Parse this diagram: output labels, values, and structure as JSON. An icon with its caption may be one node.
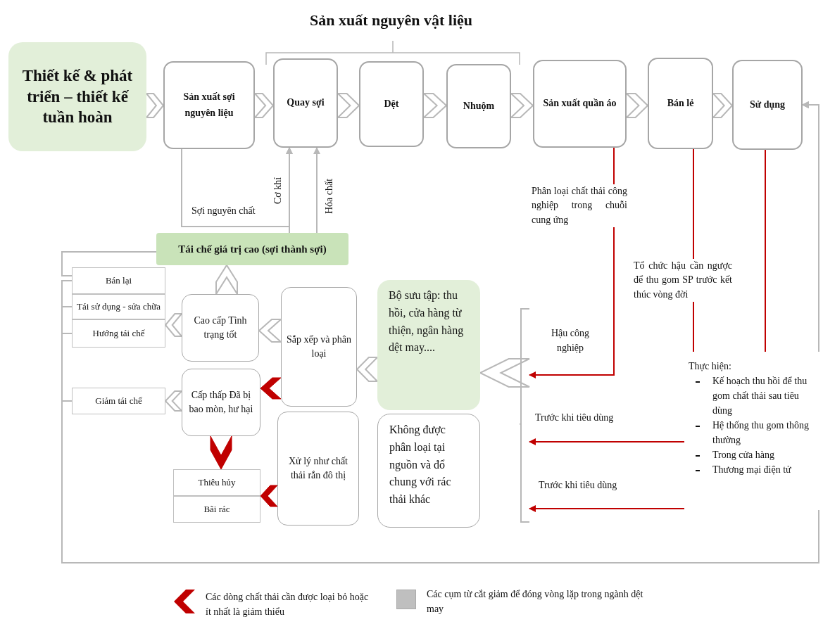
{
  "diagram": {
    "title": "Sản xuất nguyên vật liệu",
    "nodes": [
      {
        "text": [
          "Thiết kế & phát triển – thiết kế tuần hoàn"
        ]
      },
      {
        "text": [
          "Sản xuất sợi nguyên liệu"
        ]
      },
      {
        "text": [
          "Quay sợi"
        ]
      },
      {
        "text": [
          "Dệt"
        ]
      },
      {
        "text": [
          "Nhuộm"
        ]
      },
      {
        "text": [
          "Sản xuất quần áo"
        ]
      },
      {
        "text": [
          "Bán lẻ"
        ]
      },
      {
        "text": [
          "Sử dụng"
        ]
      },
      {
        "text": [
          "Tái chế giá trị cao (sợi thành sợi)"
        ]
      },
      {
        "text": [
          "Bán lại"
        ]
      },
      {
        "text": [
          "Tái sử dụng - sửa chữa"
        ]
      },
      {
        "text": [
          "Hướng tái chế"
        ]
      },
      {
        "text": [
          "Cao cấp Tình trạng tốt"
        ]
      },
      {
        "text": [
          "Sắp xếp và phân loại"
        ]
      },
      {
        "text": [
          "Bộ sưu tập: thu hồi, cửa hàng từ thiện, ngân hàng dệt may...."
        ]
      },
      {
        "text": [
          "Giảm tái chế"
        ]
      },
      {
        "text": [
          "Cấp thấp Đã bị bao mòn, hư hại"
        ]
      },
      {
        "text": [
          "Thiêu hủy"
        ]
      },
      {
        "text": [
          "Bãi rác"
        ]
      },
      {
        "text": [
          "Xử lý như chất thải rắn đô thị"
        ]
      },
      {
        "text": [
          "Không được phân loại tại nguồn và đổ chung với rác thải khác"
        ]
      },
      {
        "text": [
          "Thực hiện:",
          "Kế hoạch thu hồi để thu gom chất thải sau tiêu dùng",
          "Hệ thống thu gom thông thường",
          "Trong cửa hàng",
          "Thương mại điện tử"
        ]
      },
      {
        "text": [],
        "shape": "bracket"
      }
    ],
    "edges": [
      {
        "from": 0,
        "to": 1,
        "arrow": "to"
      },
      {
        "from": 1,
        "to": 2,
        "arrow": "to"
      },
      {
        "from": 2,
        "to": 3,
        "arrow": "to"
      },
      {
        "from": 3,
        "to": 4,
        "arrow": "to"
      },
      {
        "from": 4,
        "to": 5,
        "arrow": "to"
      },
      {
        "from": 5,
        "to": 6,
        "arrow": "to"
      },
      {
        "from": 6,
        "to": 7,
        "arrow": "to"
      },
      {
        "from": 1,
        "to": 2,
        "arrow": "to",
        "label": "Sợi nguyên chất"
      },
      {
        "from": 8,
        "to": 2,
        "arrow": "to",
        "label": "Cơ khí"
      },
      {
        "from": 8,
        "to": 2,
        "arrow": "to",
        "label": "Hóa chất"
      },
      {
        "from": 12,
        "to": 8,
        "arrow": "to"
      },
      {
        "from": 13,
        "to": 12,
        "arrow": "to"
      },
      {
        "from": 14,
        "to": 13,
        "arrow": "to"
      },
      {
        "from": 22,
        "to": 14,
        "arrow": "to"
      },
      {
        "from": 12,
        "to": 10,
        "arrow": "to"
      },
      {
        "from": 16,
        "to": 15,
        "arrow": "to"
      },
      {
        "from": 13,
        "to": 16,
        "arrow": "to",
        "color": "#c00000"
      },
      {
        "from": 16,
        "to": 17,
        "arrow": "to",
        "color": "#c00000"
      },
      {
        "from": 19,
        "to": 18,
        "arrow": "to",
        "color": "#c00000"
      },
      {
        "from": 5,
        "to": 22,
        "arrow": "to",
        "color": "#c00000",
        "label": "Phân loại chất thải công nghiệp trong chuỗi cung ứng"
      },
      {
        "from": 6,
        "to": 21,
        "arrow": "none",
        "color": "#c00000",
        "label": "Tổ chức hậu cần ngược để thu gom SP trước kết thúc vòng đời"
      },
      {
        "from": 7,
        "to": 21,
        "arrow": "none",
        "color": "#c00000"
      },
      {
        "from": 21,
        "to": 22,
        "arrow": "to",
        "color": "#c00000",
        "label": "Trước khi tiêu dùng"
      },
      {
        "from": 21,
        "to": 22,
        "arrow": "to",
        "color": "#c00000",
        "label": "Trước khi tiêu dùng"
      },
      {
        "from": 9,
        "to": 7,
        "arrow": "to"
      },
      {
        "from": 10,
        "to": 7,
        "arrow": "to"
      },
      {
        "from": 11,
        "to": 7,
        "arrow": "to"
      },
      {
        "from": 15,
        "to": 7,
        "arrow": "to"
      },
      {
        "from": 9,
        "to": 8,
        "arrow": "none"
      }
    ],
    "labels": [
      "Hậu công nghiệp"
    ],
    "legend": [
      {
        "text": "Các dòng chất thải cần được loại bỏ hoặc ít nhất là giảm thiểu"
      },
      {
        "text": "Các cụm từ cắt giảm để đóng vòng lặp trong ngành dệt may",
        "color": "#bfbfbf"
      }
    ]
  }
}
